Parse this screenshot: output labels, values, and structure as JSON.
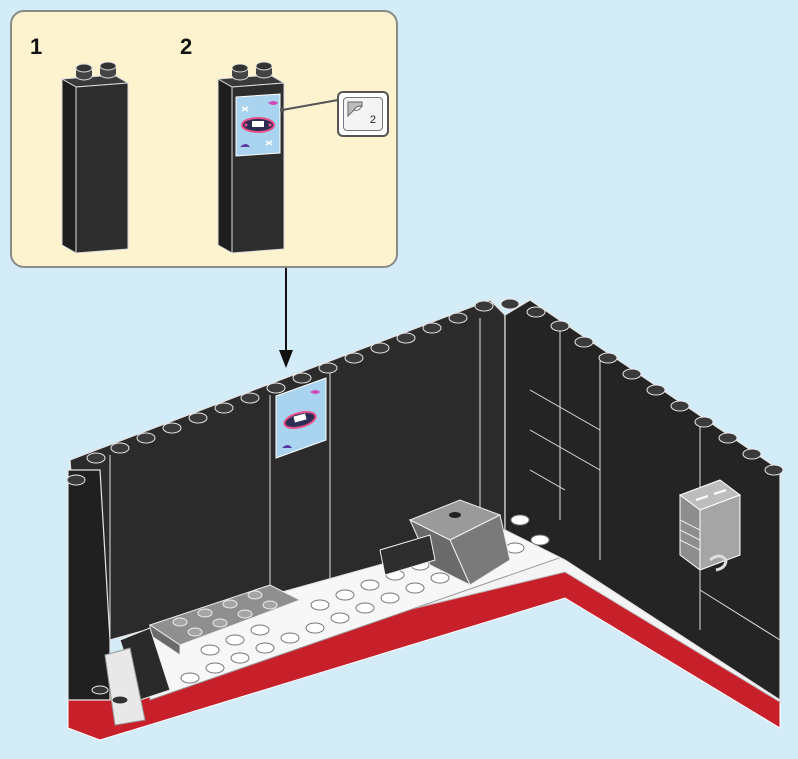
{
  "callout": {
    "steps": [
      {
        "number": "1"
      },
      {
        "number": "2"
      }
    ],
    "sticker": {
      "count": "2"
    }
  },
  "colors": {
    "background": "#d4ebf8",
    "callout_background": "#fdf3cf",
    "brick_black": "#2b2b2b",
    "white_plate": "#f4f4f4",
    "red_plate": "#c8202a",
    "grey_part": "#8f8f8f",
    "sticker_blue": "#a9d3ee"
  }
}
